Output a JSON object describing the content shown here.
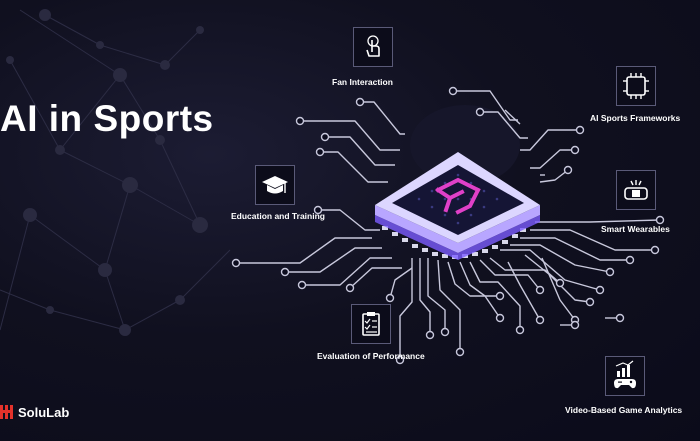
{
  "title": "AI in Sports",
  "features": [
    {
      "label": "Fan Interaction",
      "icon": "touch-hand-icon"
    },
    {
      "label": "AI Sports Frameworks",
      "icon": "ai-chip-icon"
    },
    {
      "label": "Education and Training",
      "icon": "graduation-cap-icon"
    },
    {
      "label": "Smart Wearables",
      "icon": "smartwatch-icon"
    },
    {
      "label": "Evaluation of Performance",
      "icon": "clipboard-checklist-icon"
    },
    {
      "label": "Video-Based Game Analytics",
      "icon": "gamepad-chart-icon"
    }
  ],
  "brand": {
    "name": "SoluLab",
    "icon": "solulab-logo-icon"
  },
  "colors": {
    "background": "#0c0c1e",
    "circuit": "#c8c8dc",
    "chip_glow": "#c6a9ff",
    "chip_pink": "#e040c8"
  }
}
